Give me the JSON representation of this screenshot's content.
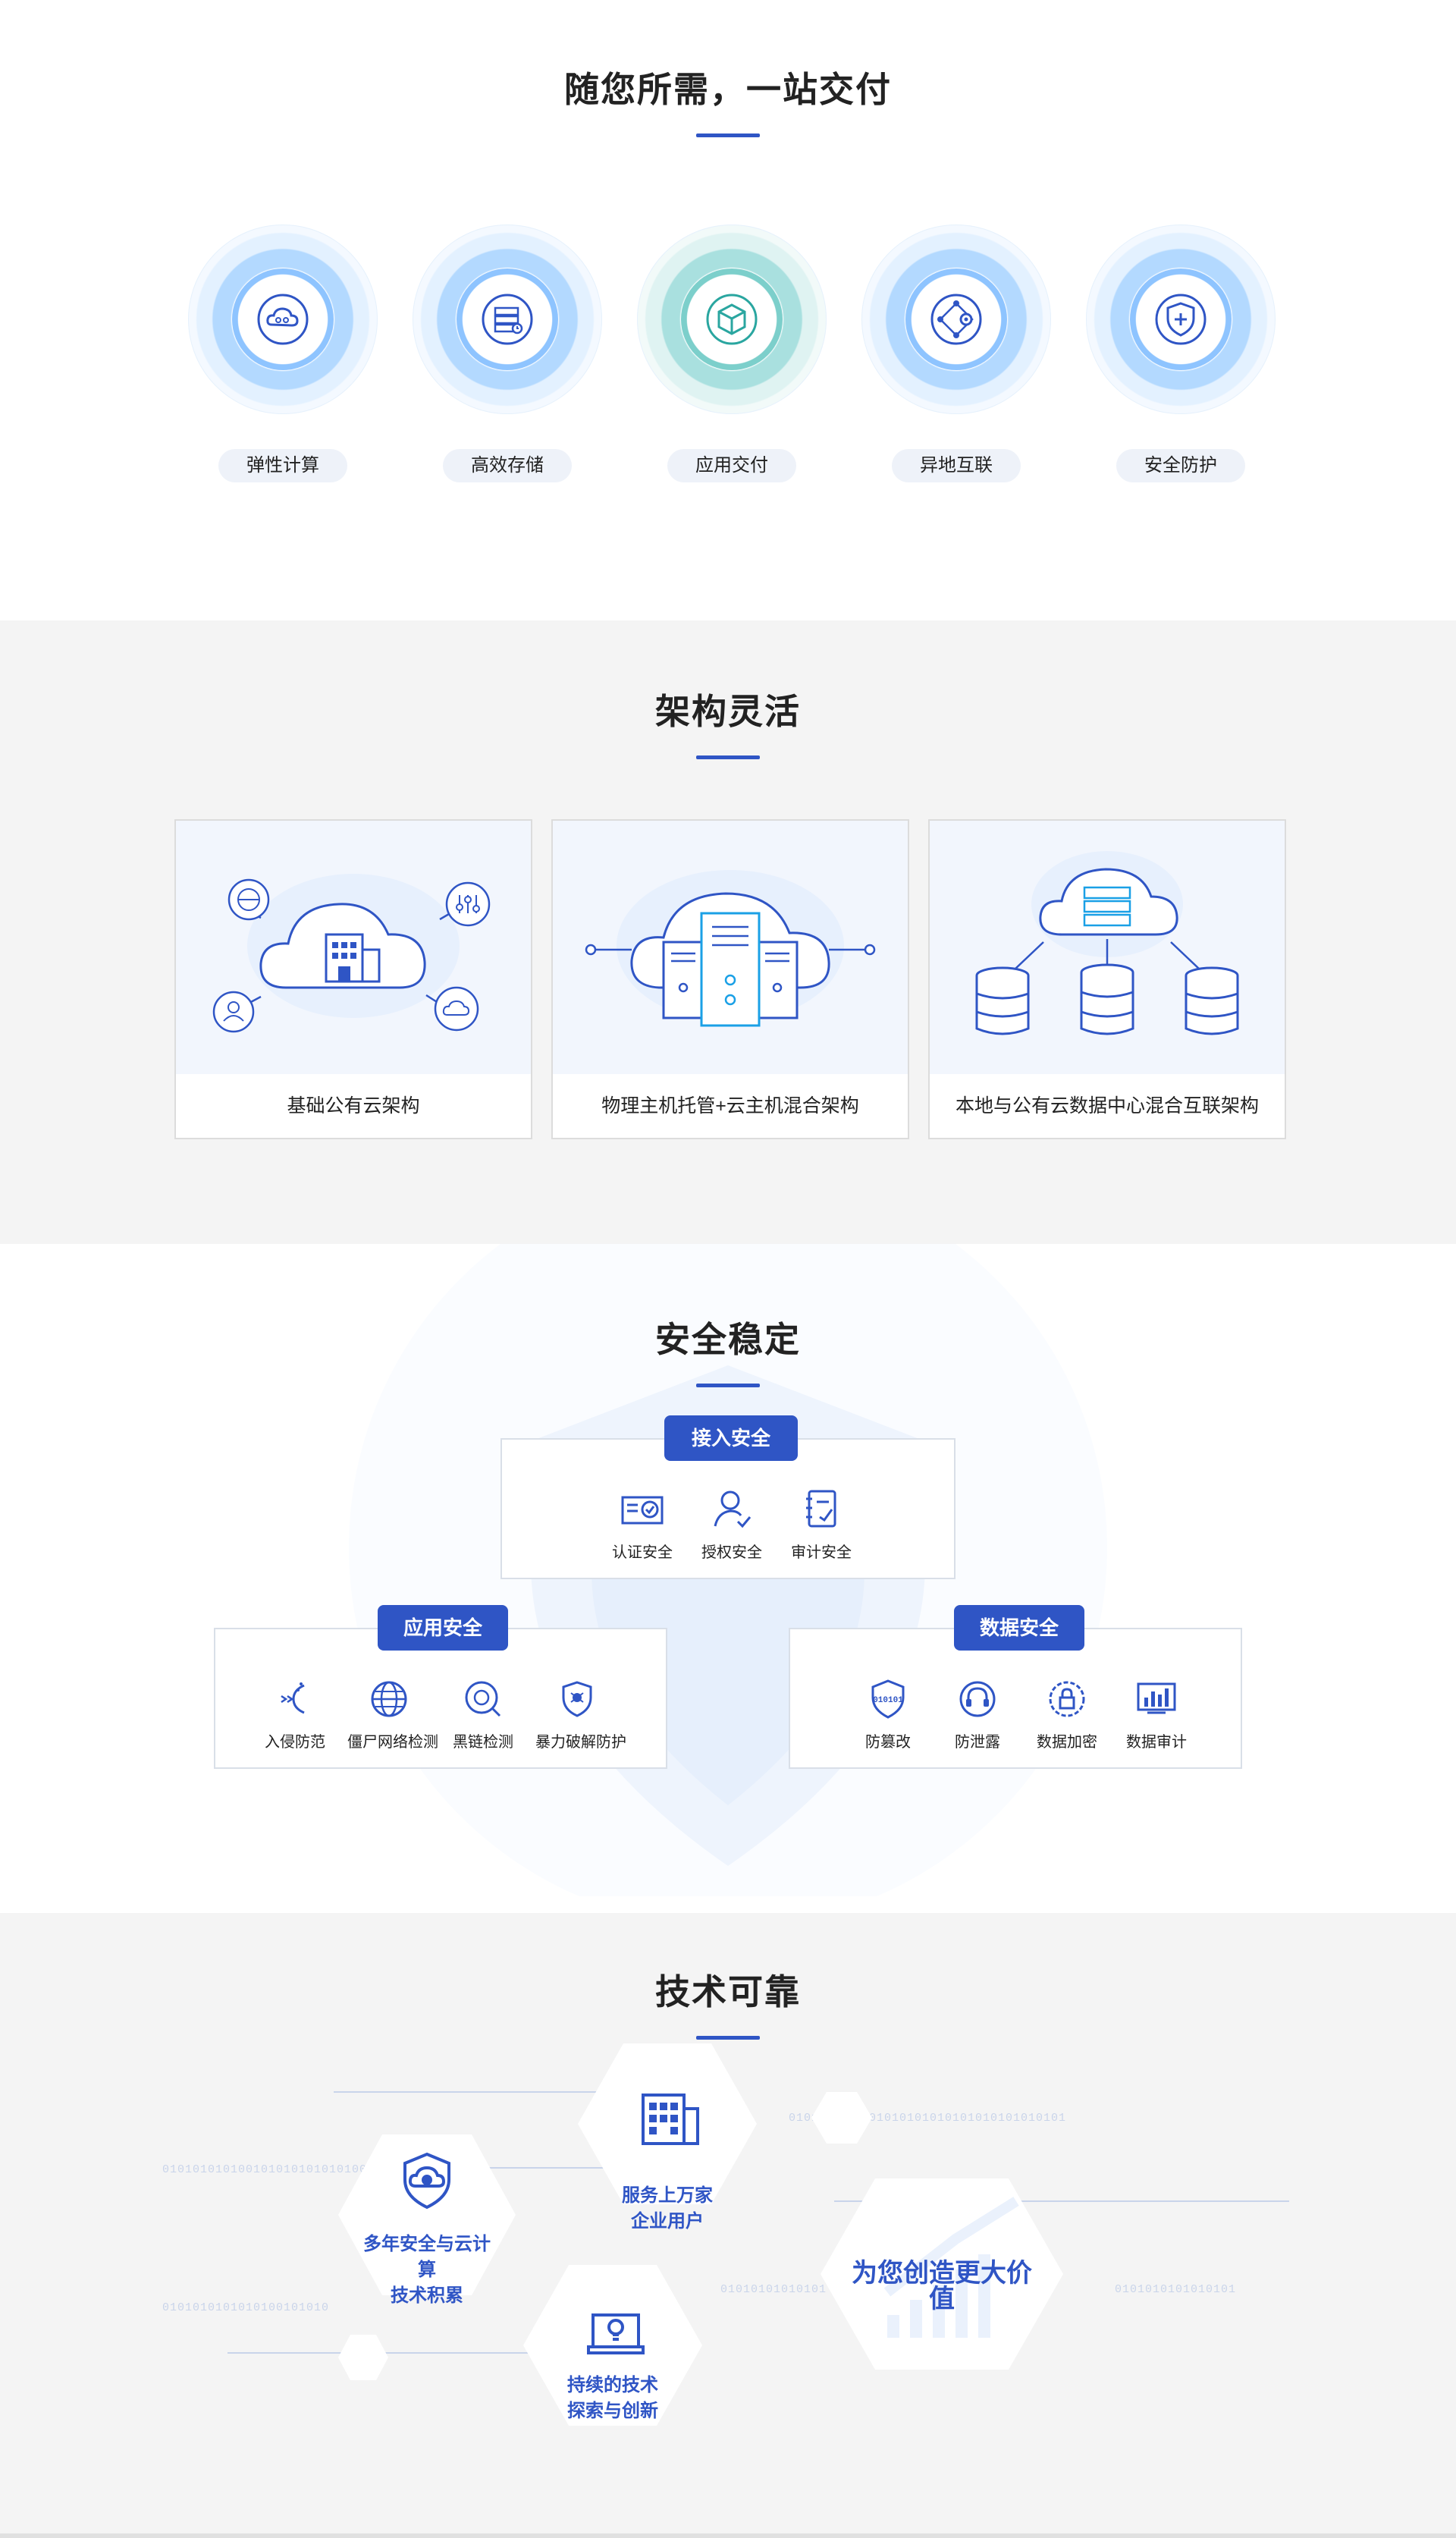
{
  "section1": {
    "title": "随您所需，一站交付",
    "features": [
      {
        "label": "弹性计算",
        "icon": "cloud-compute-icon"
      },
      {
        "label": "高效存储",
        "icon": "server-storage-icon"
      },
      {
        "label": "应用交付",
        "icon": "cube-icon"
      },
      {
        "label": "异地互联",
        "icon": "network-nodes-icon"
      },
      {
        "label": "安全防护",
        "icon": "shield-plus-icon"
      }
    ]
  },
  "section2": {
    "title": "架构灵活",
    "cards": [
      {
        "label": "基础公有云架构",
        "icon": "public-cloud-illustration"
      },
      {
        "label": "物理主机托管+云主机混合架构",
        "icon": "hybrid-hosting-illustration"
      },
      {
        "label": "本地与公有云数据中心混合互联架构",
        "icon": "datacenter-interconnect-illustration"
      }
    ]
  },
  "section3": {
    "title": "安全稳定",
    "access": {
      "tag": "接入安全",
      "items": [
        {
          "label": "认证安全",
          "icon": "certificate-icon"
        },
        {
          "label": "授权安全",
          "icon": "user-check-icon"
        },
        {
          "label": "审计安全",
          "icon": "audit-note-icon"
        }
      ]
    },
    "application": {
      "tag": "应用安全",
      "items": [
        {
          "label": "入侵防范",
          "icon": "intrusion-icon"
        },
        {
          "label": "僵尸网络检测",
          "icon": "globe-icon"
        },
        {
          "label": "黑链检测",
          "icon": "link-scan-icon"
        },
        {
          "label": "暴力破解防护",
          "icon": "shield-bug-icon"
        }
      ]
    },
    "data": {
      "tag": "数据安全",
      "items": [
        {
          "label": "防篡改",
          "icon": "binary-shield-icon"
        },
        {
          "label": "防泄露",
          "icon": "headset-shield-icon"
        },
        {
          "label": "数据加密",
          "icon": "lock-gear-icon"
        },
        {
          "label": "数据审计",
          "icon": "bar-monitor-icon"
        }
      ]
    }
  },
  "section4": {
    "title": "技术可靠",
    "hexes": [
      {
        "text_line1": "服务上万家",
        "text_line2": "企业用户",
        "icon": "building-icon"
      },
      {
        "text_line1": "多年安全与云计算",
        "text_line2": "技术积累",
        "icon": "cloud-shield-gear-icon"
      },
      {
        "text_line1": "持续的技术",
        "text_line2": "探索与创新",
        "icon": "lightbulb-screen-icon"
      },
      {
        "text_line1": "为您创造更大价值",
        "icon": "growth-chart-icon"
      }
    ],
    "binary_strings": [
      "01010101010101010101010101",
      "010101010100101010101010100",
      "0101010101010100101010",
      "01010101010101",
      "0101010101010101",
      "0101010101"
    ]
  },
  "colors": {
    "accent": "#2f55c5",
    "light_blue": "#8ec4ff",
    "bg_gray": "#f4f4f4"
  }
}
